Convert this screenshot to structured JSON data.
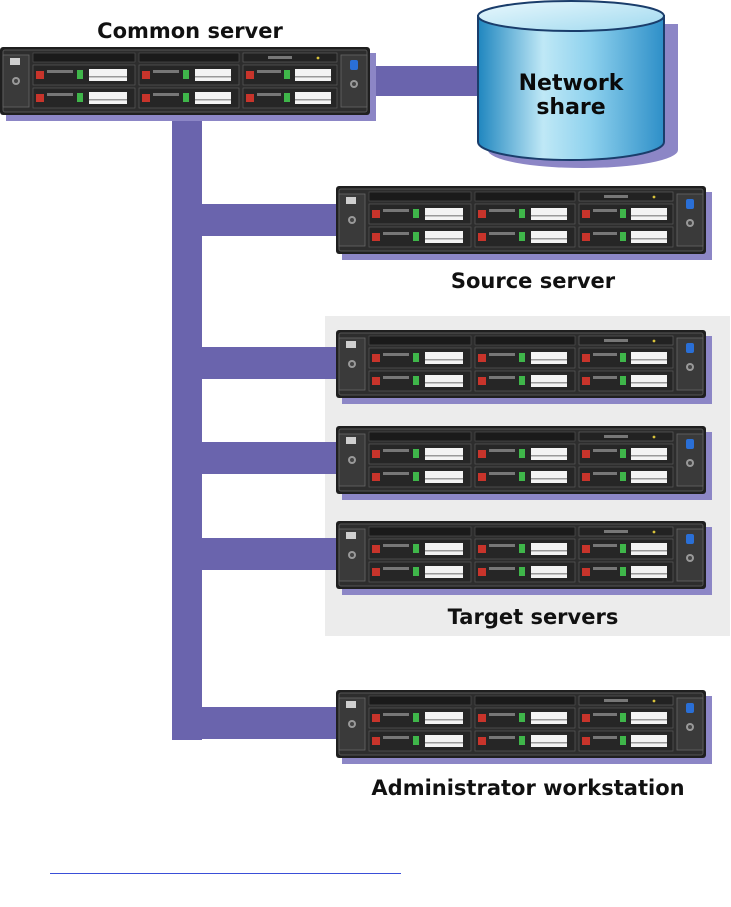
{
  "labels": {
    "common_server": "Common server",
    "network_share_line1": "Network",
    "network_share_line2": "share",
    "source_server": "Source server",
    "target_servers": "Target servers",
    "admin_workstation": "Administrator workstation"
  },
  "colors": {
    "connector": "#6a64ad",
    "shadow": "#8c86c6",
    "target_group_bg": "#ececec",
    "server_body": "#2b2b2b",
    "drive_led": "#3fb64a",
    "drive_led_red": "#c8342b",
    "cylinder_light": "#c9ecf7",
    "cylinder_dark": "#3aa3d0"
  },
  "icons": {
    "server": "rack-server-icon",
    "storage": "database-cylinder-icon"
  }
}
